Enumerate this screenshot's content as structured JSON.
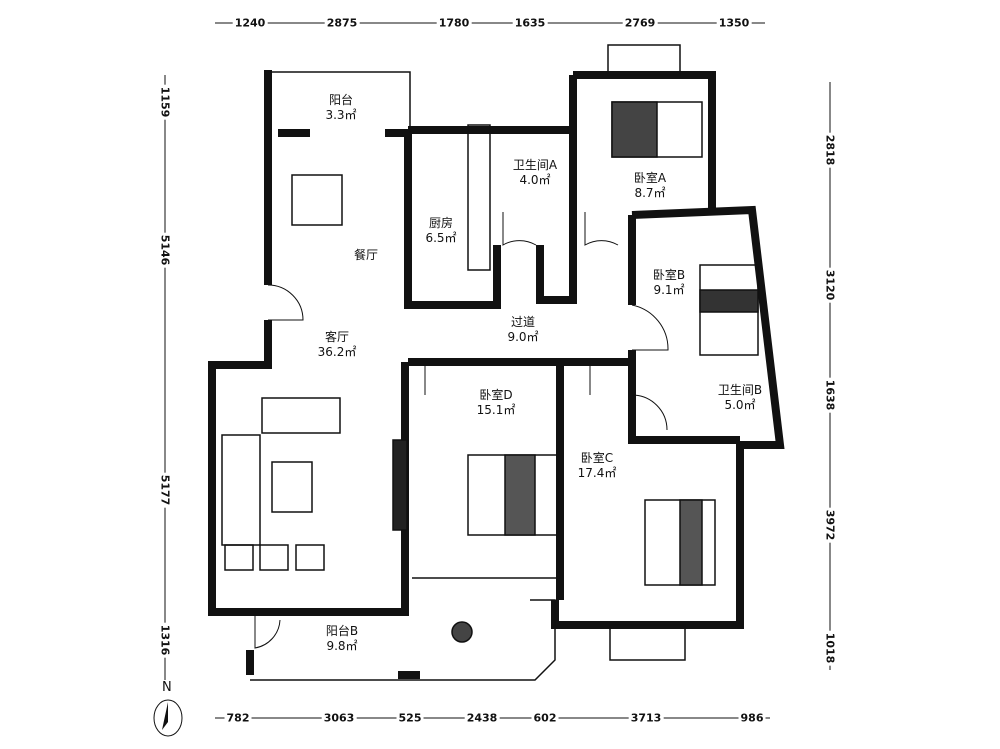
{
  "rooms": [
    {
      "name": "阳台",
      "area": "3.3㎡"
    },
    {
      "name": "餐厅",
      "area": ""
    },
    {
      "name": "厨房",
      "area": "6.5㎡"
    },
    {
      "name": "卫生间A",
      "area": "4.0㎡"
    },
    {
      "name": "卧室A",
      "area": "8.7㎡"
    },
    {
      "name": "卧室B",
      "area": "9.1㎡"
    },
    {
      "name": "过道",
      "area": "9.0㎡"
    },
    {
      "name": "客厅",
      "area": "36.2㎡"
    },
    {
      "name": "卧室D",
      "area": "15.1㎡"
    },
    {
      "name": "卫生间B",
      "area": "5.0㎡"
    },
    {
      "name": "卧室C",
      "area": "17.4㎡"
    },
    {
      "name": "阳台B",
      "area": "9.8㎡"
    }
  ],
  "dims": {
    "top": [
      "1240",
      "2875",
      "1780",
      "1635",
      "2769",
      "1350"
    ],
    "bottom": [
      "782",
      "3063",
      "525",
      "2438",
      "602",
      "3713",
      "986"
    ],
    "left": [
      "1159",
      "5146",
      "5177",
      "1316"
    ],
    "right": [
      "2818",
      "3120",
      "1638",
      "3972",
      "1018"
    ]
  },
  "compass": "N"
}
